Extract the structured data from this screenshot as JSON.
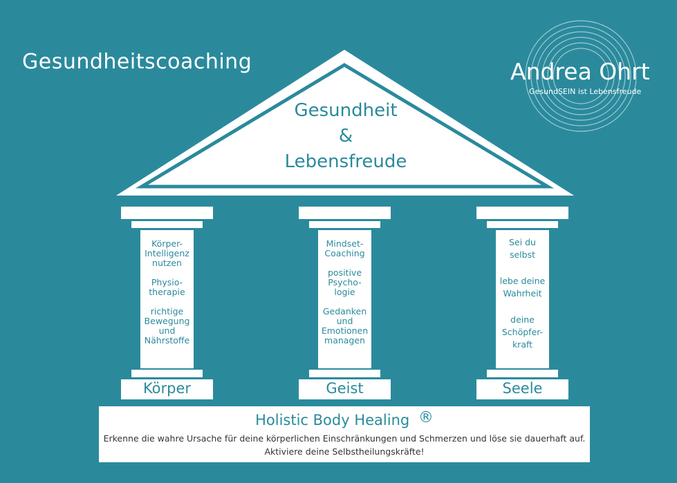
{
  "header": {
    "title": "Gesundheitscoaching"
  },
  "logo": {
    "name": "Andrea Ohrt",
    "tagline": "GesundSEIN ist Lebensfreude"
  },
  "roof": {
    "line1": "Gesundheit",
    "line2": "&",
    "line3": "Lebensfreude"
  },
  "pillars": [
    {
      "label": "Körper",
      "items": [
        [
          "Körper-",
          "Intelligenz",
          "nutzen"
        ],
        [
          "Physio-",
          "therapie"
        ],
        [
          "richtige",
          "Bewegung",
          "und",
          "Nährstoffe"
        ]
      ]
    },
    {
      "label": "Geist",
      "items": [
        [
          "Mindset-",
          "Coaching"
        ],
        [
          "positive",
          "Psycho-",
          "logie"
        ],
        [
          "Gedanken",
          "und",
          "Emotionen",
          "managen"
        ]
      ]
    },
    {
      "label": "Seele",
      "items": [
        [
          "Sei du",
          "selbst"
        ],
        [
          "lebe deine",
          "Wahrheit"
        ],
        [
          "deine",
          "Schöpfer-",
          "kraft"
        ]
      ]
    }
  ],
  "base": {
    "title": "Holistic Body Healing",
    "mark": "®",
    "line1": "Erkenne  die wahre Ursache für deine körperlichen Einschränkungen und Schmerzen und löse sie  dauerhaft auf.",
    "line2": "Aktiviere deine Selbstheilungskräfte!"
  },
  "colors": {
    "background": "#2a8a9c",
    "foreground": "#ffffff",
    "accent": "#2a8a9c"
  }
}
